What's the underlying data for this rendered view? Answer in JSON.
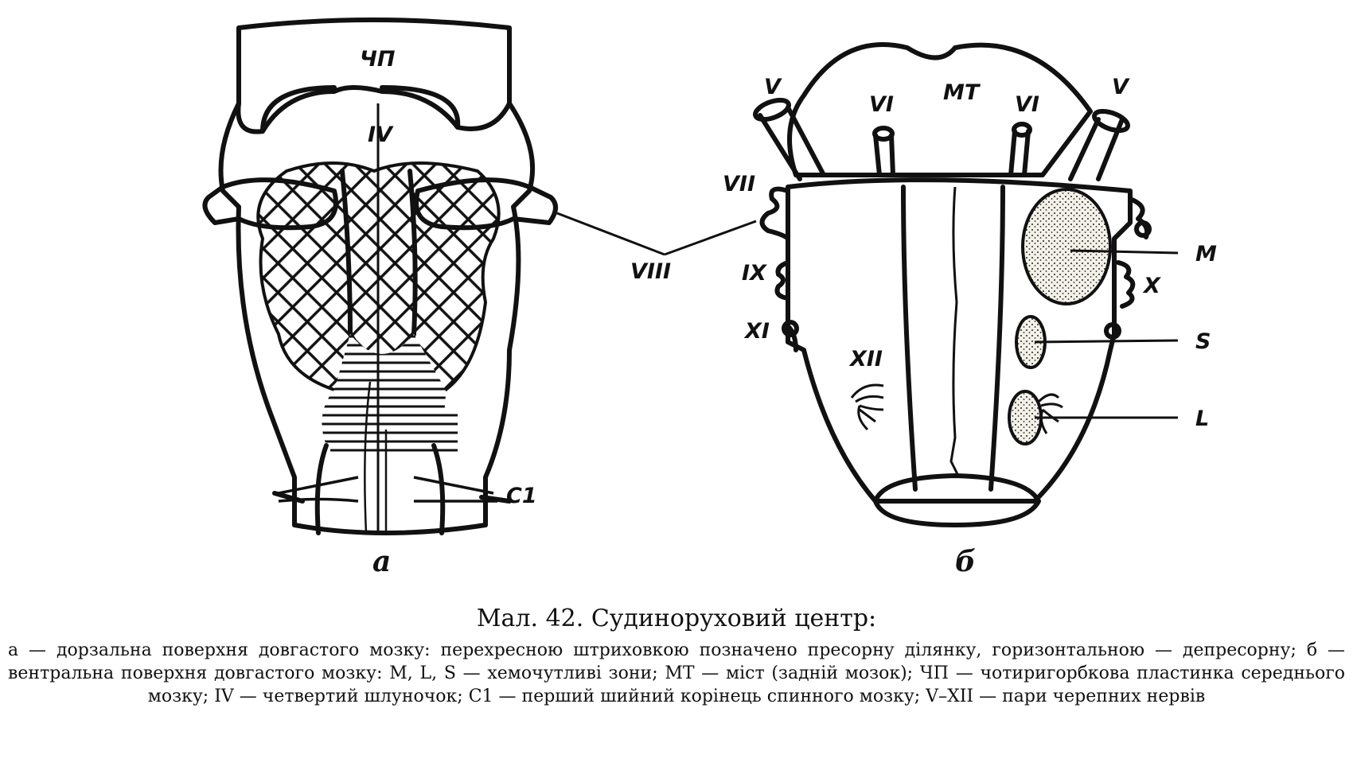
{
  "figure": {
    "panel_a": {
      "label": "а",
      "labels": {
        "chp": "ЧП",
        "iv": "IV",
        "c1": "C1"
      }
    },
    "shared": {
      "viii": "VIII"
    },
    "panel_b": {
      "label": "б",
      "labels": {
        "v_left": "V",
        "vi_left": "VI",
        "mt": "MT",
        "vi_right": "VI",
        "v_right": "V",
        "vii": "VII",
        "ix": "IX",
        "xi": "XI",
        "xii": "XII",
        "m": "M",
        "x": "X",
        "s": "S",
        "l": "L"
      }
    }
  },
  "caption": {
    "title": "Мал. 42. Судинорухoвий центр:",
    "body": "а — дорзальна поверхня довгастого мозку: перехресною штриховкою позначено пресорну ділянку, горизонтальною — депресорну; б — вентральна поверхня довгастого мозку: M, L, S — хемочутливі зони; MT — міст (задній мозок); ЧП — чотиригорбкова пластинка середнього мозку; IV — четвертий шлуночок; C1 — перший шийний корінець спинного мозку; V–XII — пари черепних нервів"
  },
  "colors": {
    "ink": "#111111",
    "paper": "#ffffff"
  }
}
